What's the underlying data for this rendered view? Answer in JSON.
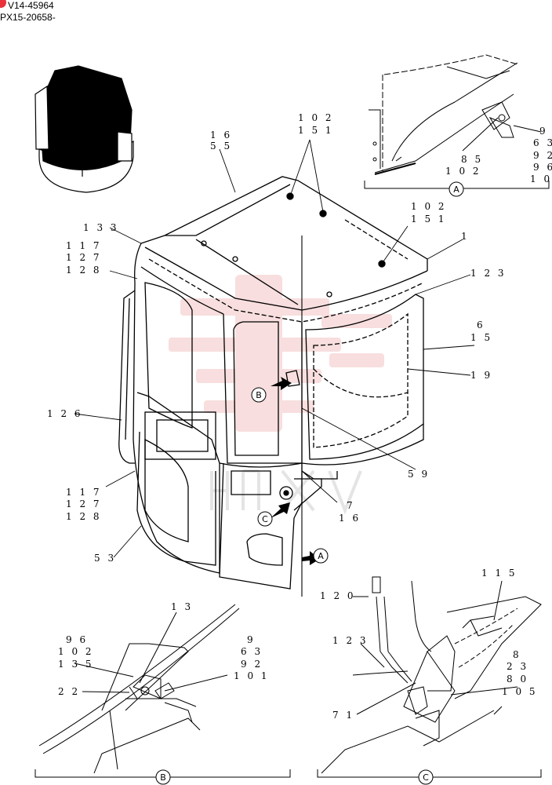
{
  "header": {
    "line1": "V14-45964",
    "line2": "PX15-20658-",
    "badge_color": "#e8323c"
  },
  "labels": {
    "l16": "1 6",
    "l55": "5 5",
    "l102a": "1 0 2",
    "l151a": "1 5 1",
    "l102b": "1 0 2",
    "l151b": "1 5 1",
    "l1": "1",
    "l123": "1 2 3",
    "l6": "6",
    "l15": "1 5",
    "l19": "1 9",
    "l133": "1 3 3",
    "l117a": "1 1 7",
    "l127a": "1 2 7",
    "l128a": "1 2 8",
    "l126": "1 2 6",
    "l117b": "1 1 7",
    "l127b": "1 2 7",
    "l128b": "1 2 8",
    "l53": "5 3",
    "l59": "5 9",
    "l7": "7",
    "l16b": "1 6",
    "a9": "9",
    "a63": "6 3",
    "a92": "9 2",
    "a96": "9 6",
    "a10": "1 0",
    "a85": "8 5",
    "a102": "1 0 2",
    "b13": "1 3",
    "b96": "9 6",
    "b102": "1 0 2",
    "b135": "1 3 5",
    "b22": "2 2",
    "b9": "9",
    "b63": "6 3",
    "b92": "9 2",
    "b101": "1 0 1",
    "c120": "1 2 0",
    "c115": "1 1 5",
    "c123": "1 2 3",
    "c8": "8",
    "c23": "2 3",
    "c80": "8 0",
    "c105": "1 0 5",
    "c71": "7 1"
  },
  "callouts": {
    "A": "A",
    "B": "B",
    "C": "C"
  },
  "colors": {
    "line": "#000000",
    "watermark": "#f2b8b8"
  }
}
